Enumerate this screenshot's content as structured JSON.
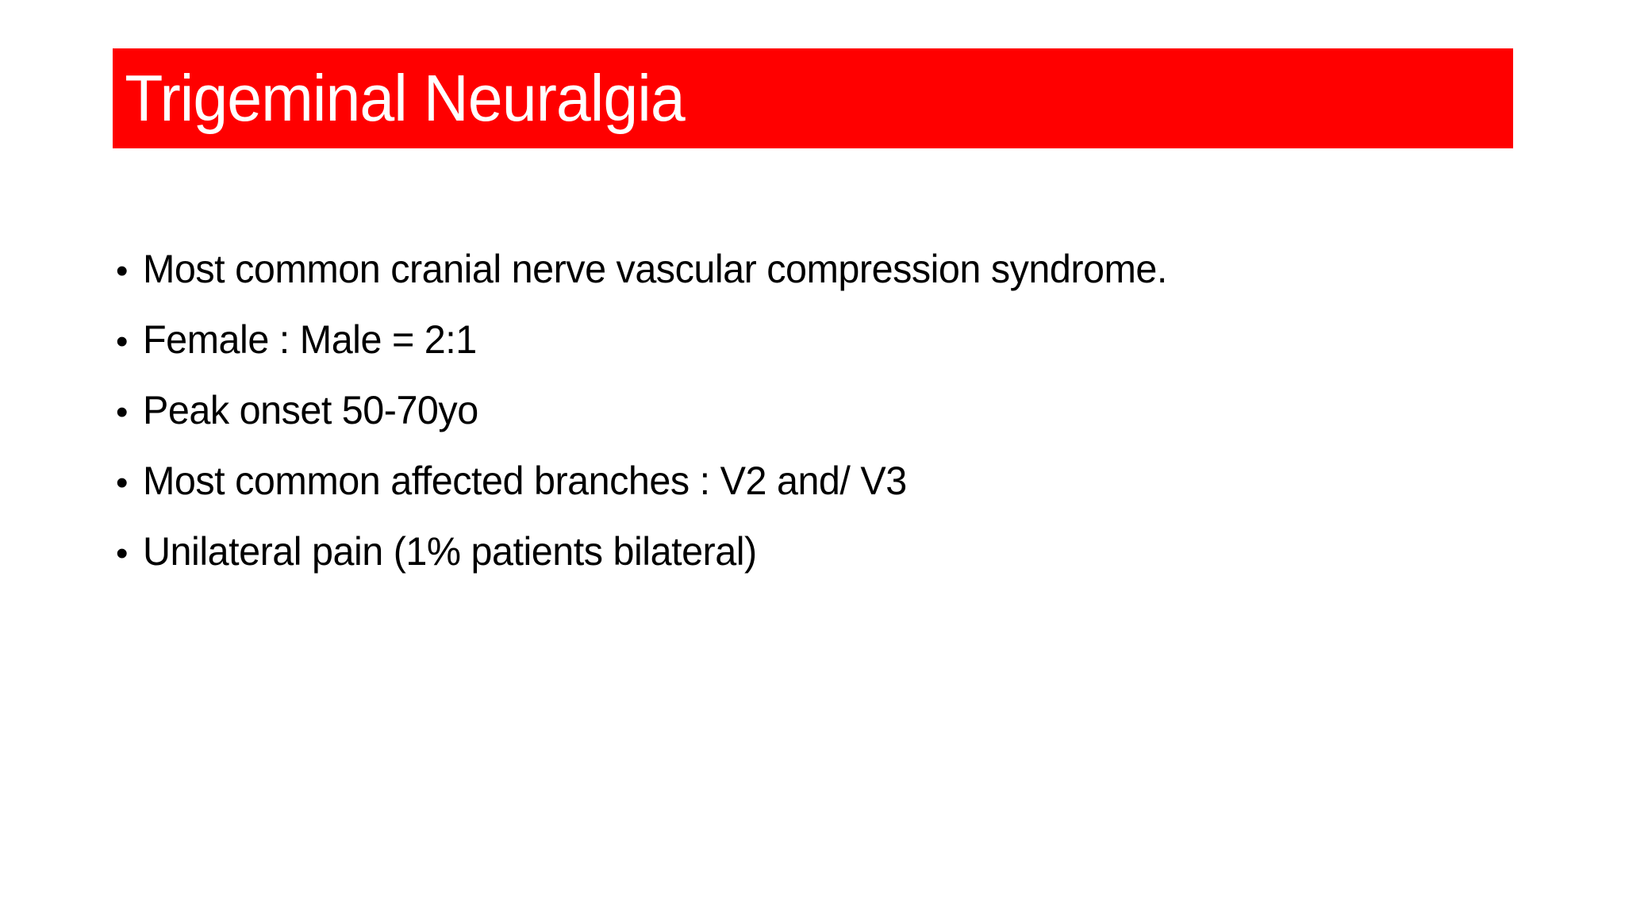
{
  "slide": {
    "title": "Trigeminal Neuralgia",
    "bullet_glyph": "•",
    "bullets": [
      "Most common cranial nerve vascular compression syndrome.",
      "Female : Male = 2:1",
      "Peak onset 50-70yo",
      "Most common affected branches : V2 and/ V3",
      "Unilateral pain (1% patients bilateral)"
    ],
    "colors": {
      "title_bar": "#FF0000",
      "title_text": "#FFFFFF",
      "body_text": "#000000",
      "background": "#FFFFFF"
    }
  }
}
